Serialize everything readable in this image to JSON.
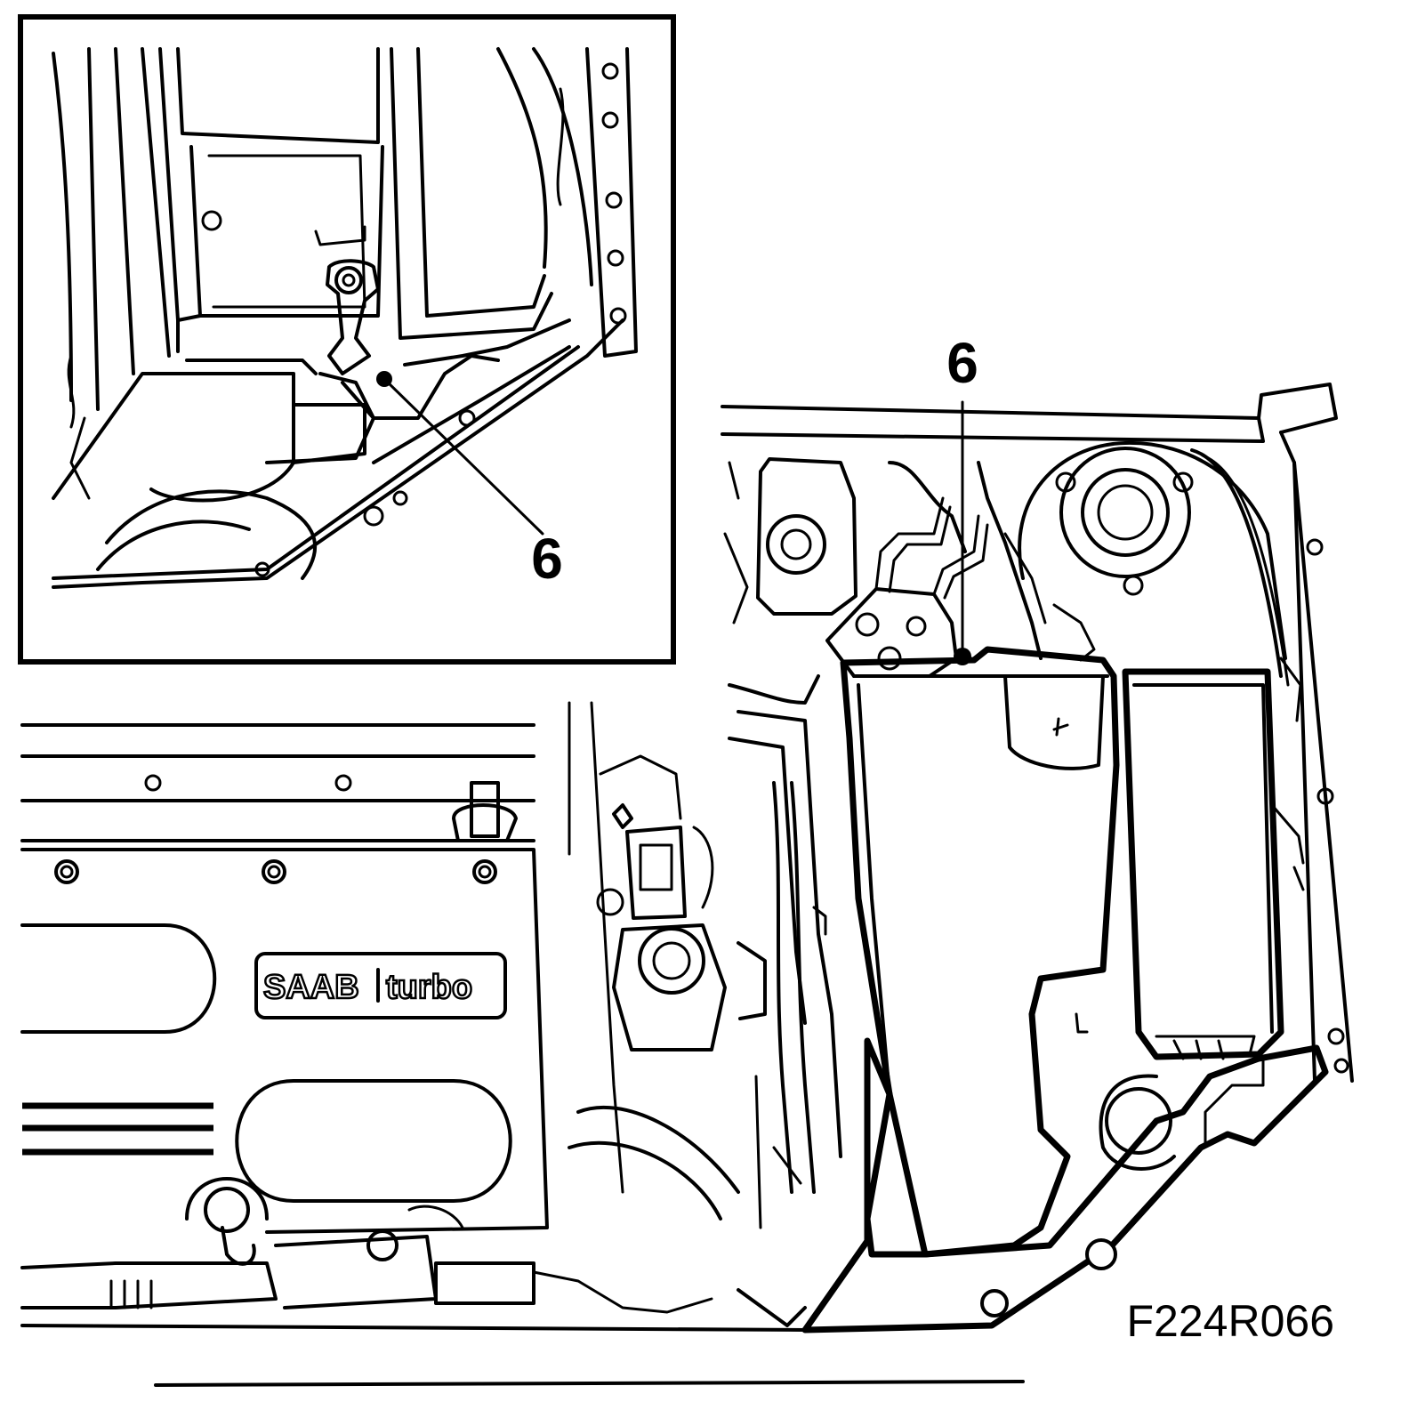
{
  "callouts": {
    "inset_label": "6",
    "main_label": "6"
  },
  "logo": {
    "brand": "SAAB",
    "model": "turbo"
  },
  "figure_code": "F224R066"
}
